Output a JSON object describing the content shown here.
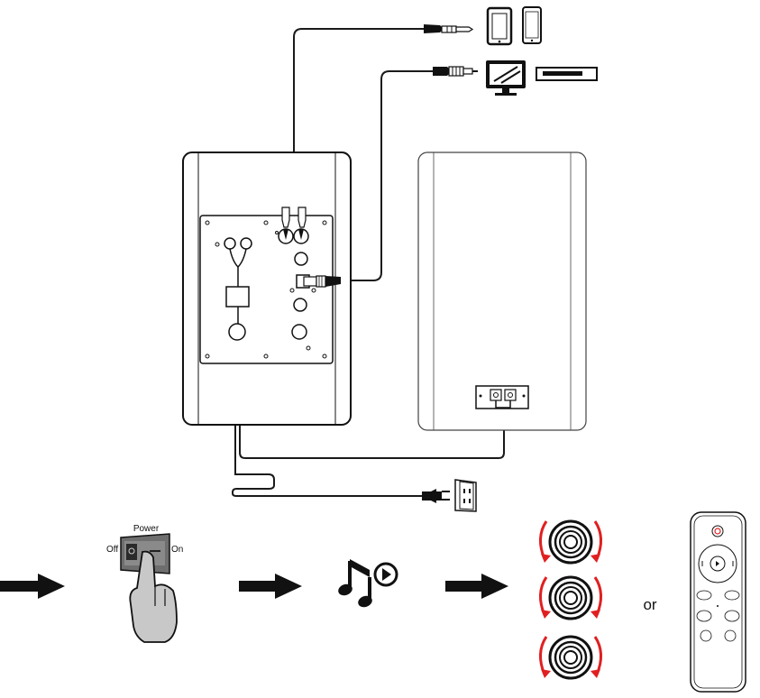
{
  "labels": {
    "power": "Power",
    "off": "Off",
    "on": "On",
    "or": "or"
  },
  "colors": {
    "line": "#1a1a1a",
    "rotate_arrow": "#e02020",
    "finger": "#c8c8c8",
    "switch_body": "#6e6e6e",
    "power_button": "#e02020"
  },
  "icons": [
    "tablet-icon",
    "smartphone-icon",
    "monitor-icon",
    "media-player-icon",
    "power-outlet-icon",
    "music-note-play-icon",
    "remote-control-icon"
  ]
}
